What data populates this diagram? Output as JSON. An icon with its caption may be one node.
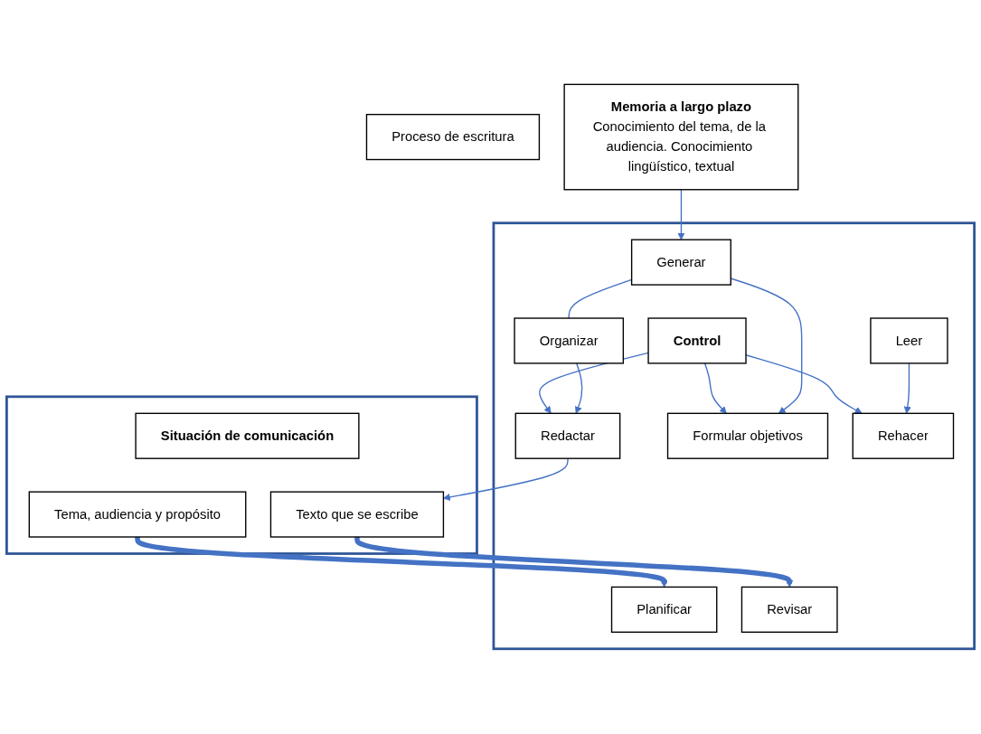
{
  "diagram": {
    "nodes": [
      {
        "text": [],
        "shape": "box"
      },
      {
        "text": [
          "Situación de comunicación"
        ],
        "in": 0
      },
      {
        "text": [
          "Tema, audiencia y propósito"
        ],
        "in": 0
      },
      {
        "text": [
          "Texto que se escribe"
        ],
        "in": 0
      },
      {
        "text": [
          "Proceso de escritura"
        ]
      },
      {
        "text": [
          "Memoria a largo plazo",
          "Conocimiento del tema, de la audiencia. Conocimiento lingüístico, textual"
        ]
      },
      {
        "text": [],
        "shape": "box"
      },
      {
        "text": [
          "Planificar"
        ],
        "in": 6
      },
      {
        "text": [
          "Revisar"
        ],
        "in": 6
      },
      {
        "text": [
          "Generar"
        ],
        "in": 6
      },
      {
        "text": [
          "Organizar"
        ],
        "in": 6
      },
      {
        "text": [
          "Redactar"
        ],
        "in": 6
      },
      {
        "text": [
          "Leer"
        ],
        "in": 6
      },
      {
        "text": [
          "Formular objetivos"
        ],
        "in": 6
      },
      {
        "text": [
          "Rehacer"
        ],
        "in": 6
      },
      {
        "text": [
          "Control"
        ],
        "in": 6
      }
    ],
    "edges": [
      {
        "from": 2,
        "to": 7,
        "arrow": "to",
        "style": "thick"
      },
      {
        "from": 3,
        "to": 8,
        "arrow": "to",
        "style": "thick"
      },
      {
        "from": 11,
        "to": 3,
        "arrow": "to"
      },
      {
        "from": 5,
        "to": 9,
        "arrow": "to"
      },
      {
        "from": 9,
        "to": 10,
        "arrow": "none"
      },
      {
        "from": 9,
        "to": 13,
        "arrow": "to"
      },
      {
        "from": 10,
        "to": 11,
        "arrow": "to"
      },
      {
        "from": 12,
        "to": 14,
        "arrow": "to"
      },
      {
        "from": 15,
        "to": 13,
        "arrow": "to"
      },
      {
        "from": 15,
        "to": 11,
        "arrow": "to"
      },
      {
        "from": 15,
        "to": 14,
        "arrow": "to"
      }
    ]
  }
}
